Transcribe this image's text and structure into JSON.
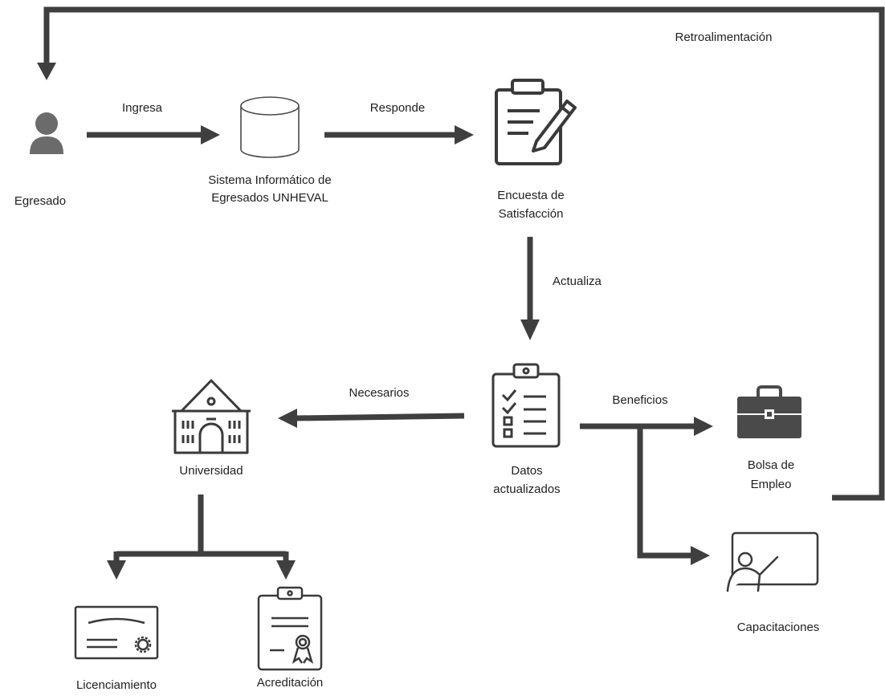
{
  "nodes": {
    "egresado": "Egresado",
    "sistema_line1": "Sistema Informático de",
    "sistema_line2": "Egresados UNHEVAL",
    "encuesta_line1": "Encuesta de",
    "encuesta_line2": "Satisfacción",
    "datos_line1": "Datos",
    "datos_line2": "actualizados",
    "universidad": "Universidad",
    "bolsa_line1": "Bolsa de",
    "bolsa_line2": "Empleo",
    "capacitaciones": "Capacitaciones",
    "licenciamiento": "Licenciamiento",
    "acreditacion": "Acreditación"
  },
  "edges": {
    "ingresa": "Ingresa",
    "responde": "Responde",
    "actualiza": "Actualiza",
    "necesarios": "Necesarios",
    "beneficios": "Beneficios",
    "retroalimentacion": "Retroalimentación"
  },
  "icons": {
    "egresado": "user-icon",
    "sistema": "database-icon",
    "encuesta": "clipboard-pencil-icon",
    "datos": "checklist-clipboard-icon",
    "universidad": "university-building-icon",
    "bolsa": "briefcase-icon",
    "capacitaciones": "presentation-board-icon",
    "licenciamiento": "certificate-icon",
    "acreditacion": "accreditation-clipboard-icon"
  },
  "colors": {
    "arrow": "#3f3f3f",
    "icon_fill": "#5a5a5a",
    "icon_stroke": "#3a3a3a"
  }
}
